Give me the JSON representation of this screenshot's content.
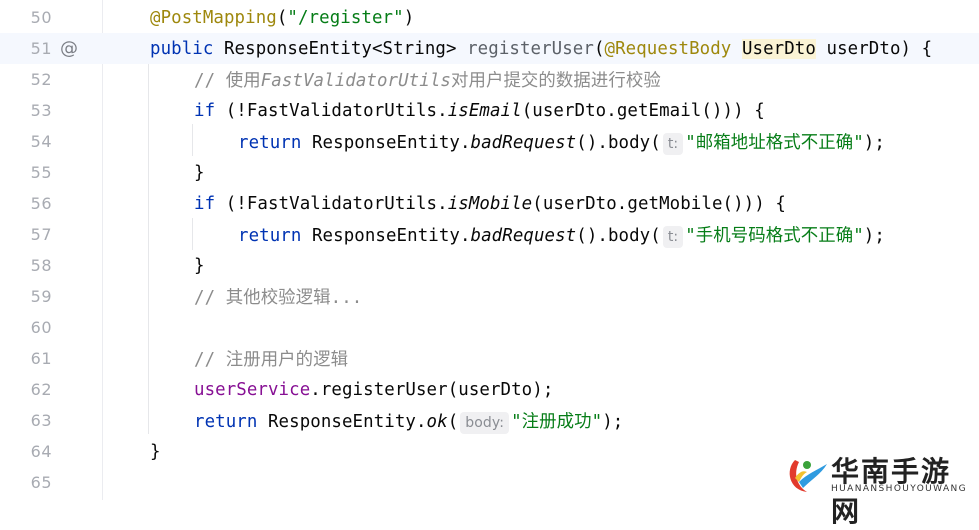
{
  "editor": {
    "current_line": "51",
    "gutter_icon": "@",
    "lines": [
      {
        "no": "50"
      },
      {
        "no": "51"
      },
      {
        "no": "52"
      },
      {
        "no": "53"
      },
      {
        "no": "54"
      },
      {
        "no": "55"
      },
      {
        "no": "56"
      },
      {
        "no": "57"
      },
      {
        "no": "58"
      },
      {
        "no": "59"
      },
      {
        "no": "60"
      },
      {
        "no": "61"
      },
      {
        "no": "62"
      },
      {
        "no": "63"
      },
      {
        "no": "64"
      },
      {
        "no": "65"
      }
    ],
    "tokens": {
      "l50_ann": "@PostMapping",
      "l50_open": "(",
      "l50_str": "\"/register\"",
      "l50_close": ")",
      "l51_kw": "public",
      "l51_type": " ResponseEntity<String> ",
      "l51_method": "registerUser",
      "l51_open": "(",
      "l51_ann": "@RequestBody",
      "l51_sp": " ",
      "l51_hltype": "UserDto",
      "l51_rest": " userDto) {",
      "l52_cmt1": "// 使用",
      "l52_cmt2": "FastValidatorUtils",
      "l52_cmt3": "对用户提交的数据进行校验",
      "l53_kw": "if",
      "l53_a": " (!FastValidatorUtils.",
      "l53_it": "isEmail",
      "l53_b": "(userDto.getEmail())) {",
      "l54_kw": "return",
      "l54_a": " ResponseEntity.",
      "l54_it": "badRequest",
      "l54_b": "().body(",
      "l54_hint": "t:",
      "l54_str": "\"邮箱地址格式不正确\"",
      "l54_c": ");",
      "l55": "}",
      "l56_kw": "if",
      "l56_a": " (!FastValidatorUtils.",
      "l56_it": "isMobile",
      "l56_b": "(userDto.getMobile())) {",
      "l57_kw": "return",
      "l57_a": " ResponseEntity.",
      "l57_it": "badRequest",
      "l57_b": "().body(",
      "l57_hint": "t:",
      "l57_str": "\"手机号码格式不正确\"",
      "l57_c": ");",
      "l58": "}",
      "l59_cmt": "// 其他校验逻辑...",
      "l61_cmt": "// 注册用户的逻辑",
      "l62_fld": "userService",
      "l62_rest": ".registerUser(userDto);",
      "l63_kw": "return",
      "l63_a": " ResponseEntity.",
      "l63_it": "ok",
      "l63_b": "(",
      "l63_hint": "body:",
      "l63_str": "\"注册成功\"",
      "l63_c": ");",
      "l64": "}"
    }
  },
  "watermark": {
    "title": "华南手游网",
    "subtitle": "HUANANSHOUYOUWANG"
  },
  "colors": {
    "keyword": "#0033b3",
    "annotation": "#9e880d",
    "string": "#067d17",
    "comment": "#8c8c8c",
    "field": "#871094",
    "current_line_bg": "#f5f8fe",
    "highlight_bg": "#fbf3d5"
  }
}
